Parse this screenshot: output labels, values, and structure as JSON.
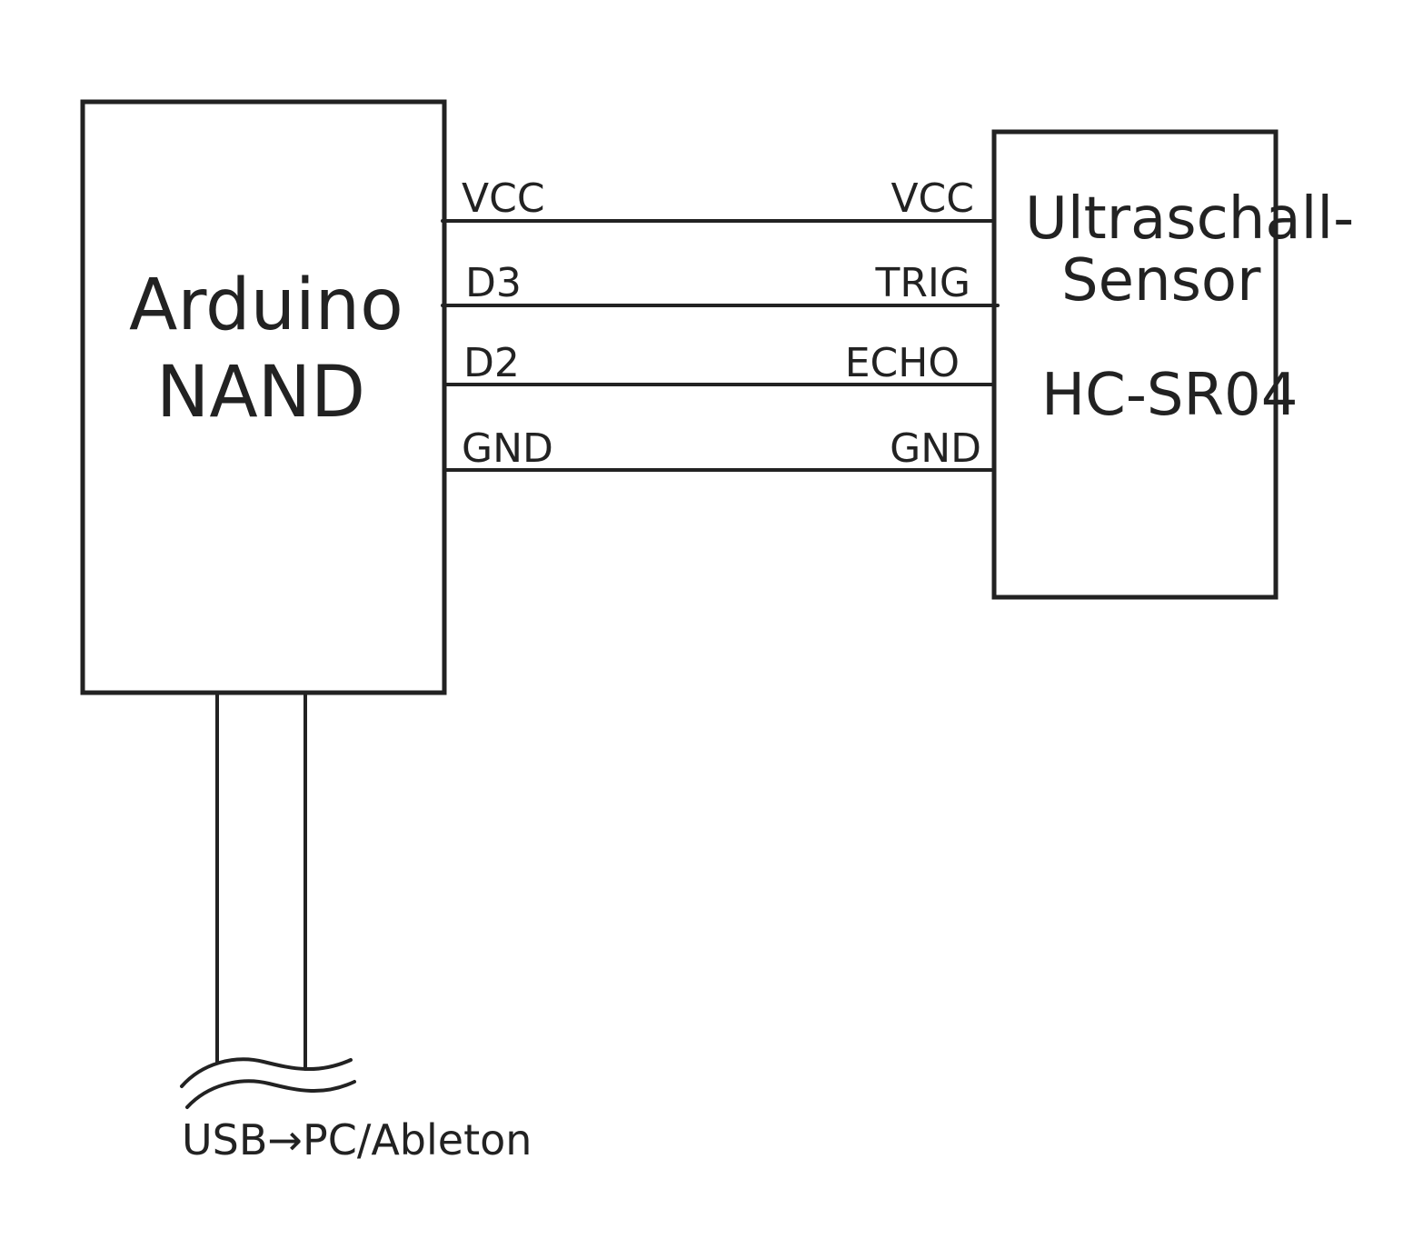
{
  "arduino": {
    "title_line1": "Arduino",
    "title_line2": "NAND",
    "pins": [
      "VCC",
      "D3",
      "D2",
      "GND"
    ]
  },
  "sensor": {
    "title_line1": "Ultraschall-",
    "title_line2": "Sensor",
    "model": "HC-SR04",
    "pins": [
      "VCC",
      "TRIG",
      "ECHO",
      "GND"
    ]
  },
  "usb": {
    "label": "USB→PC/Ableton"
  },
  "colors": {
    "ink": "#222222",
    "paper": "#ffffff"
  }
}
